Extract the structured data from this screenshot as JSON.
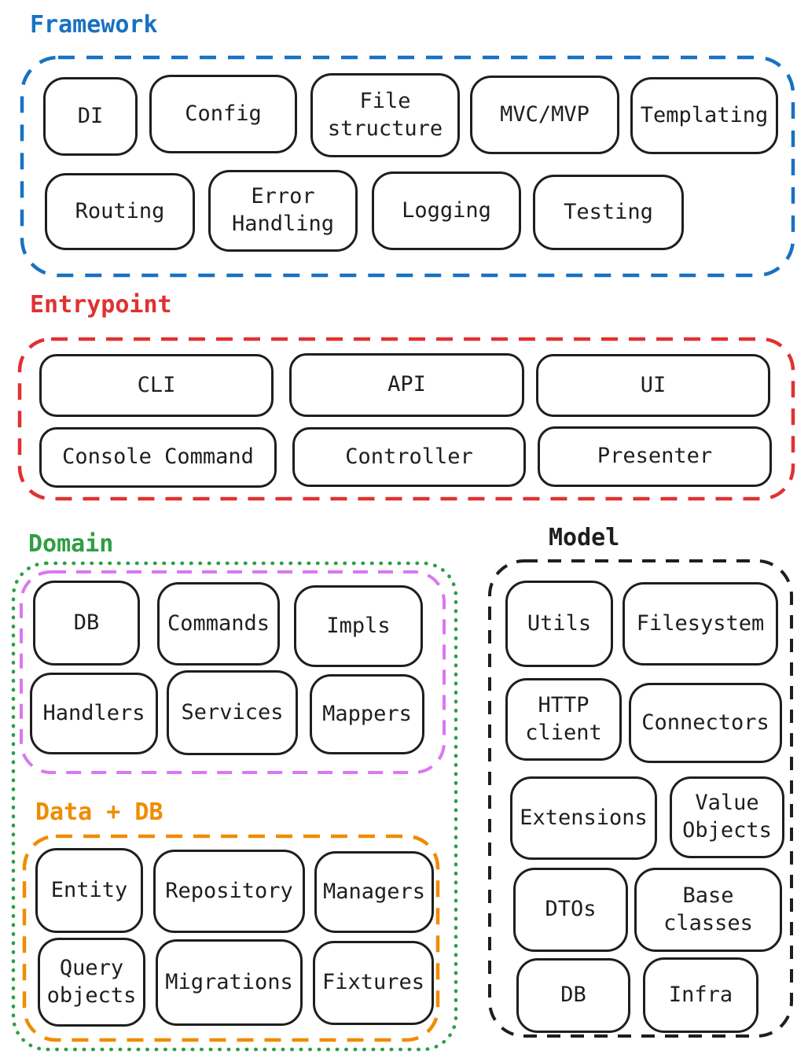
{
  "diagram": {
    "background": "#ffffff",
    "box_border_color": "#1e1e1e",
    "sections": {
      "framework": {
        "title": "Framework",
        "color": "#1971c2",
        "boxes": [
          "DI",
          "Config",
          "File\nstructure",
          "MVC/MVP",
          "Templating",
          "Routing",
          "Error\nHandling",
          "Logging",
          "Testing"
        ]
      },
      "entrypoint": {
        "title": "Entrypoint",
        "color": "#e03131",
        "boxes": [
          "CLI",
          "API",
          "UI",
          "Console Command",
          "Controller",
          "Presenter"
        ]
      },
      "domain": {
        "title": "Domain",
        "color": "#2f9e44",
        "inner_group_color": "#da77f2",
        "boxes": [
          "DB",
          "Commands",
          "Impls",
          "Handlers",
          "Services",
          "Mappers"
        ]
      },
      "data_db": {
        "title": "Data + DB",
        "color": "#f08c00",
        "boxes": [
          "Entity",
          "Repository",
          "Managers",
          "Query\nobjects",
          "Migrations",
          "Fixtures"
        ]
      },
      "model": {
        "title": "Model",
        "color": "#1e1e1e",
        "boxes": [
          "Utils",
          "Filesystem",
          "HTTP\nclient",
          "Connectors",
          "Extensions",
          "Value\nObjects",
          "DTOs",
          "Base\nclasses",
          "DB",
          "Infra"
        ]
      }
    }
  }
}
